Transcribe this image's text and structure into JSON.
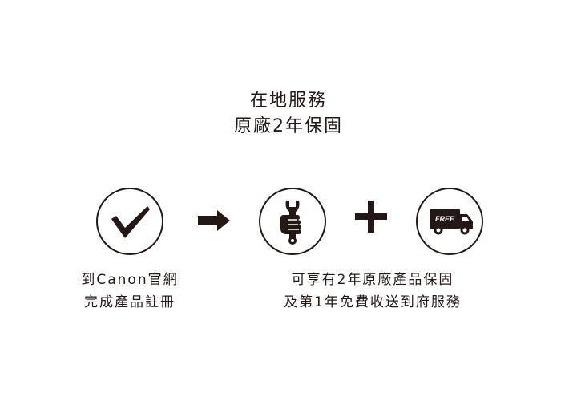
{
  "header": {
    "line1": "在地服務",
    "line2": "原廠2年保固"
  },
  "icons": {
    "step1": "checkmark-icon",
    "arrow": "arrow-right-icon",
    "step2": "wrench-hand-icon",
    "plus": "plus-icon",
    "step3": "delivery-truck-icon",
    "truck_label": "FREE"
  },
  "captions": {
    "left": {
      "line1": "到Canon官網",
      "line2": "完成產品註冊"
    },
    "right": {
      "line1": "可享有2年原廠產品保固",
      "line2": "及第1年免費收送到府服務"
    }
  },
  "colors": {
    "ink": "#231815",
    "background": "#ffffff"
  }
}
